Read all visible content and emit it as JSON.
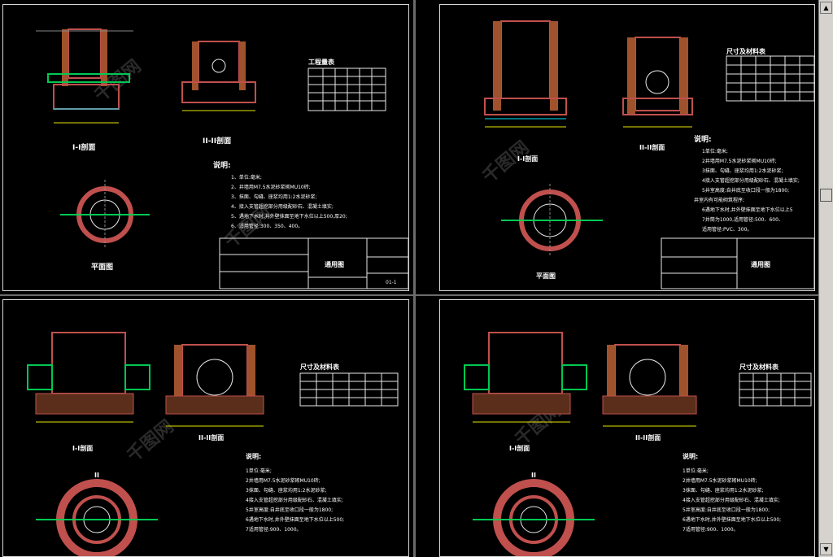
{
  "sheets": [
    {
      "section_1": "I-I剖面",
      "section_2": "II-II剖面",
      "plan": "平面图",
      "table_title": "工程量表",
      "notes_title": "说明:",
      "notes": [
        "1、单位:毫米;",
        "2、井墙用M7.5水泥砂浆砌MU10砖;",
        "3、抹面、勾缝、座浆均用1:2水泥砂浆;",
        "4、接入支管超挖部分用级配砂石、混凝土填实;",
        "5、遇地下水时,井外壁抹面至地下水位以上500,厚20;",
        "6、适用管径:300、350、400。"
      ],
      "title_block": "通用图",
      "drawing_no": "01-1"
    },
    {
      "section_1": "I-I剖面",
      "section_2": "II-II剖面",
      "plan": "平面图",
      "table_title": "尺寸及材料表",
      "notes_title": "说明:",
      "notes": [
        "1单位:毫米;",
        "2井墙用M7.5水泥砂浆砌MU10砖;",
        "3抹面、勾缝、座浆均用1:2水泥砂浆;",
        "4接入支管超挖部分用级配砂石、混凝土填实;",
        "5井室高度:自井底至收口段一般为1800;",
        "井室内有可能砌筑程序;",
        "6遇地下水时,井外壁抹面至地下水位以上5",
        "7井筒为1000,适用管径:500、600、",
        "适用管径:PVC、300。"
      ],
      "title_block": "通用图"
    },
    {
      "section_1": "I-I剖面",
      "section_2": "II-II剖面",
      "table_title": "尺寸及材料表",
      "notes_title": "说明:",
      "notes": [
        "1单位:毫米;",
        "2井墙用M7.5水泥砂浆砌MU10砖;",
        "3抹面、勾缝、座浆均用1:2水泥砂浆;",
        "4接入支管超挖部分用级配砂石、混凝土填实;",
        "5井室高度:自井底至收口段一般为1800;",
        "6遇地下水时,井外壁抹面至地下水位以上500;",
        "7适用管径:900、1000。"
      ],
      "plan_label": "II"
    },
    {
      "section_1": "I-I剖面",
      "section_2": "II-II剖面",
      "table_title": "尺寸及材料表",
      "notes_title": "说明:",
      "notes": [
        "1单位:毫米;",
        "2井墙用M7.5水泥砂浆砌MU10砖;",
        "3抹面、勾缝、座浆均用1:2水泥砂浆;",
        "4接入支管超挖部分用级配砂石、混凝土填实;",
        "5井室高度:自井底至收口段一般为1800;",
        "6遇地下水时,井外壁抹面至地下水位以上500;",
        "7适用管径:900、1000。"
      ],
      "plan_label": "II"
    }
  ],
  "watermark": "千图网",
  "scroll": {
    "up": "▲",
    "down": "▼"
  },
  "colors": {
    "wall": "#c0504d",
    "pipe": "#00c853",
    "cyan": "#00e5ff",
    "yellow": "#e6e600",
    "hatch": "#a0522d"
  }
}
